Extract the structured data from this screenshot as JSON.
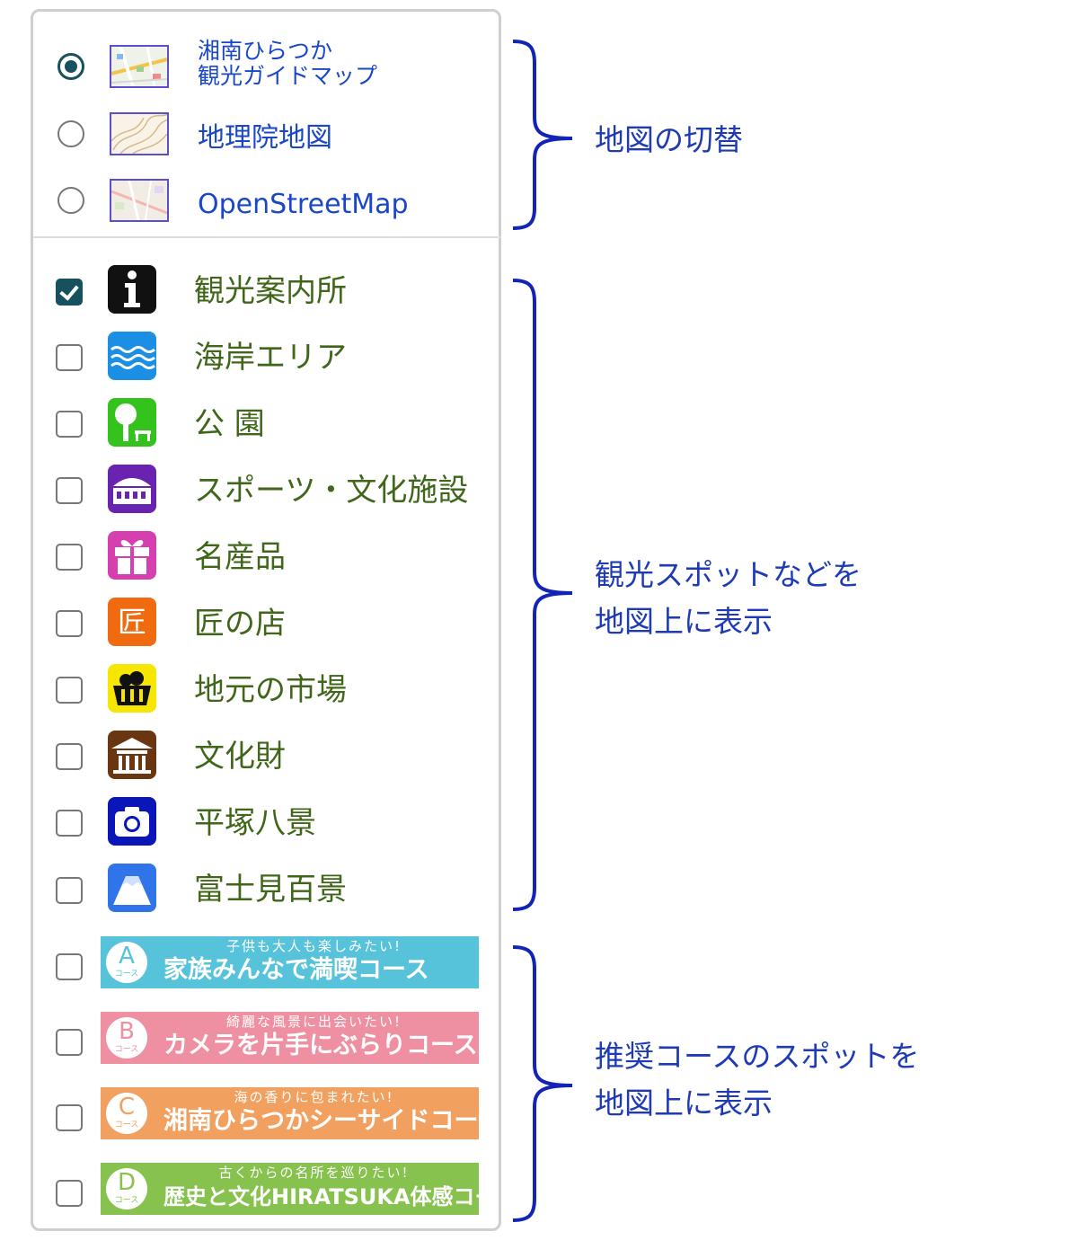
{
  "maps": [
    {
      "label_line1": "湘南ひらつか",
      "label_line2": "観光ガイドマップ",
      "selected": true,
      "icon": "tourism-map-thumbnail"
    },
    {
      "label_line1": "地理院地図",
      "selected": false,
      "icon": "gsi-map-thumbnail"
    },
    {
      "label_line1": "OpenStreetMap",
      "selected": false,
      "icon": "osm-map-thumbnail"
    }
  ],
  "categories": [
    {
      "label": "観光案内所",
      "checked": true,
      "icon": "info-icon",
      "color": "#111111"
    },
    {
      "label": "海岸エリア",
      "checked": false,
      "icon": "waves-icon",
      "color": "#1a8fe3"
    },
    {
      "label": "公 園",
      "checked": false,
      "icon": "tree-bench-icon",
      "color": "#34c21c"
    },
    {
      "label": "スポーツ・文化施設",
      "checked": false,
      "icon": "building-icon",
      "color": "#6a22b0"
    },
    {
      "label": "名産品",
      "checked": false,
      "icon": "gift-icon",
      "color": "#d63fb0"
    },
    {
      "label": "匠の店",
      "checked": false,
      "icon": "takumi-icon",
      "icon_text": "匠",
      "color": "#f06a10"
    },
    {
      "label": "地元の市場",
      "checked": false,
      "icon": "basket-icon",
      "color": "#f6e600"
    },
    {
      "label": "文化財",
      "checked": false,
      "icon": "temple-icon",
      "color": "#6a3612"
    },
    {
      "label": "平塚八景",
      "checked": false,
      "icon": "camera-icon",
      "color": "#0a16b8"
    },
    {
      "label": "富士見百景",
      "checked": false,
      "icon": "mount-fuji-icon",
      "color": "#2f74e8"
    }
  ],
  "courses": [
    {
      "letter": "A",
      "koosu": "コース",
      "tagline": "子供も大人も楽しみたい!",
      "name": "家族みんなで満喫コース",
      "color": "#57c3da",
      "checked": false
    },
    {
      "letter": "B",
      "koosu": "コース",
      "tagline": "綺麗な風景に出会いたい!",
      "name": "カメラを片手にぶらりコース",
      "color": "#ef8fa2",
      "checked": false
    },
    {
      "letter": "C",
      "koosu": "コース",
      "tagline": "海の香りに包まれたい!",
      "name": "湘南ひらつかシーサイドコース",
      "color": "#f2a05f",
      "checked": false
    },
    {
      "letter": "D",
      "koosu": "コース",
      "tagline": "古くからの名所を巡りたい!",
      "name": "歴史と文化HIRATSUKA体感コース",
      "color": "#86c24d",
      "checked": false
    }
  ],
  "annotations": {
    "map_switch": "地図の切替",
    "spots_line1": "観光スポットなどを",
    "spots_line2": "地図上に表示",
    "courses_line1": "推奨コースのスポットを",
    "courses_line2": "地図上に表示"
  },
  "colors": {
    "accent": "#17505e",
    "map_label": "#1a47c8",
    "category_label": "#3f6619",
    "annotation": "#1e3bb3"
  }
}
